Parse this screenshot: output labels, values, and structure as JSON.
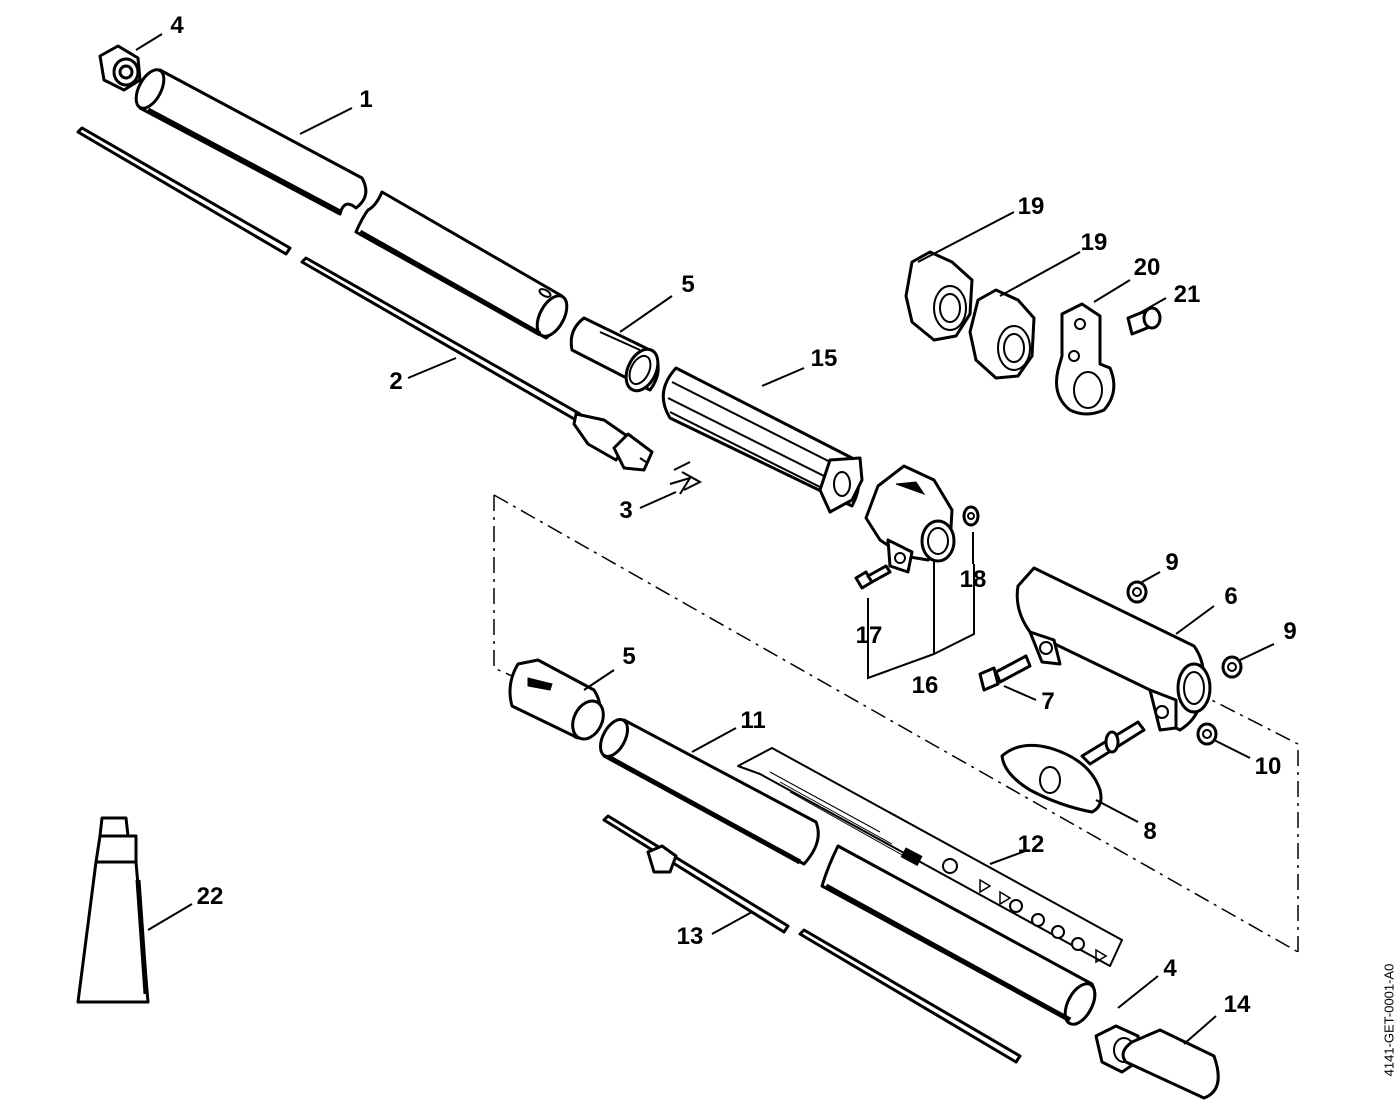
{
  "drawing_code": "4141-GET-0001-A0",
  "callouts": [
    {
      "id": "c4a",
      "text": "4"
    },
    {
      "id": "c1",
      "text": "1"
    },
    {
      "id": "c19a",
      "text": "19"
    },
    {
      "id": "c19b",
      "text": "19"
    },
    {
      "id": "c20",
      "text": "20"
    },
    {
      "id": "c21",
      "text": "21"
    },
    {
      "id": "c5a",
      "text": "5"
    },
    {
      "id": "c15",
      "text": "15"
    },
    {
      "id": "c2",
      "text": "2"
    },
    {
      "id": "c3",
      "text": "3"
    },
    {
      "id": "c18",
      "text": "18"
    },
    {
      "id": "c17",
      "text": "17"
    },
    {
      "id": "c16",
      "text": "16"
    },
    {
      "id": "c9a",
      "text": "9"
    },
    {
      "id": "c6",
      "text": "6"
    },
    {
      "id": "c9b",
      "text": "9"
    },
    {
      "id": "c7",
      "text": "7"
    },
    {
      "id": "c10",
      "text": "10"
    },
    {
      "id": "c5b",
      "text": "5"
    },
    {
      "id": "c11",
      "text": "11"
    },
    {
      "id": "c8",
      "text": "8"
    },
    {
      "id": "c12",
      "text": "12"
    },
    {
      "id": "c22",
      "text": "22"
    },
    {
      "id": "c13",
      "text": "13"
    },
    {
      "id": "c4b",
      "text": "4"
    },
    {
      "id": "c14",
      "text": "14"
    }
  ]
}
